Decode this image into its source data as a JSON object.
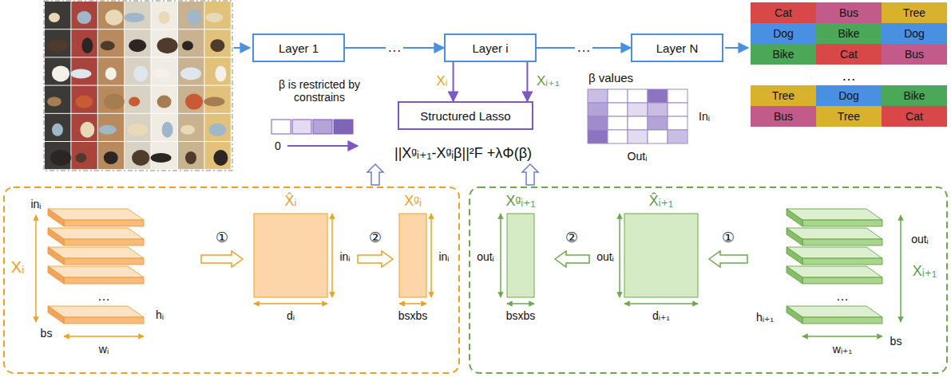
{
  "diagram": {
    "nodes": [
      {
        "text": [
          "Layer 1"
        ]
      },
      {
        "text": [
          "Layer i"
        ]
      },
      {
        "text": [
          "Layer N"
        ]
      },
      {
        "text": [
          "Structured Lasso"
        ]
      }
    ],
    "edges": [
      {
        "from": 0,
        "to": 1,
        "arrow": "to",
        "label": "…"
      },
      {
        "from": 1,
        "to": 2,
        "arrow": "to",
        "label": "…"
      },
      {
        "from": 1,
        "to": 3,
        "arrow": "to",
        "label": "Xᵢ"
      },
      {
        "from": 1,
        "to": 3,
        "arrow": "to",
        "label": "Xᵢ₊₁"
      }
    ],
    "labels": [
      "Cat",
      "Bus",
      "Tree",
      "Dog",
      "Bike",
      "Dog",
      "Bike",
      "Cat",
      "Bus",
      "…",
      "Tree",
      "Dog",
      "Bike",
      "Bus",
      "Tree",
      "Cat",
      "β is restricted by constrains",
      "0",
      "||Xᵍᵢ₊₁-Xᵍᵢβ||²F +λΦ(β)",
      "β values",
      "Inᵢ",
      "Outᵢ",
      "inᵢ",
      "Xᵢ",
      "bs",
      "wᵢ",
      "hᵢ",
      "…",
      "①",
      "X̂ᵢ",
      "inᵢ",
      "dᵢ",
      "②",
      "Xᵍᵢ",
      "inᵢ",
      "bsxbs",
      "Xᵍᵢ₊₁",
      "bsxbs",
      "outᵢ",
      "②",
      "X̂ᵢ₊₁",
      "outᵢ",
      "dᵢ₊₁",
      "①",
      "outᵢ",
      "Xᵢ₊₁",
      "hᵢ₊₁",
      "bs",
      "wᵢ₊₁",
      "…"
    ]
  }
}
